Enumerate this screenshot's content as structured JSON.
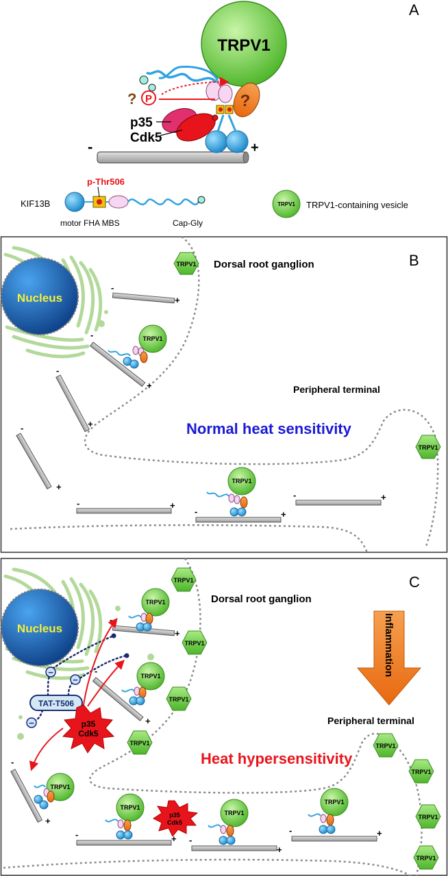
{
  "panels": {
    "a": {
      "letter": "A",
      "vesicle": "TRPV1",
      "question_mark": "?",
      "phospho_symbol": "P",
      "regulator_1": "p35",
      "regulator_2": "Cdk5",
      "minus_end": "-",
      "plus_end": "+"
    },
    "legend": {
      "protein_name": "KIF13B",
      "site_label": "p-Thr506",
      "domains_label": "motor FHA MBS",
      "cap_gly_label": "Cap-Gly",
      "vesicle_icon_text": "TRPV1",
      "vesicle_description": "TRPV1-containing vesicle"
    },
    "b": {
      "letter": "B",
      "nucleus": "Nucleus",
      "drg_label": "Dorsal root ganglion",
      "terminal_label": "Peripheral terminal",
      "state_label": "Normal heat sensitivity",
      "channel": "TRPV1",
      "minus": "-",
      "plus": "+"
    },
    "c": {
      "letter": "C",
      "nucleus": "Nucleus",
      "drg_label": "Dorsal root ganglion",
      "terminal_label": "Peripheral terminal",
      "state_label": "Heat hypersensitivity",
      "arrow_label": "Inflammation",
      "peptide": "TAT-T506",
      "kinase_line1": "p35",
      "kinase_line2": "Cdk5",
      "inhibit_symbol": "−",
      "channel": "TRPV1",
      "minus": "-",
      "plus": "+"
    }
  },
  "colors": {
    "vesicle_green": "#7ed957",
    "motor_blue": "#2fa3e0",
    "cdk5_red": "#e8141b",
    "p35_pink": "#e0306e",
    "microtubule_gray": "#b8b8b8",
    "nucleus_blue": "#1f6fc4",
    "title_blue": "#1a1ad6",
    "hyper_red": "#e8141b",
    "inflammation_orange": "#f07b1b"
  }
}
